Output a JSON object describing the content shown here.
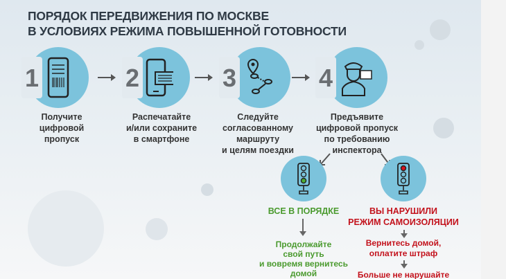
{
  "title": [
    "ПОРЯДОК ПЕРЕДВИЖЕНИЯ ПО МОСКВЕ",
    "В УСЛОВИЯХ РЕЖИМА ПОВЫШЕННОЙ ГОТОВНОСТИ"
  ],
  "steps": [
    {
      "num": "1",
      "icon": "smartphone-qr-icon",
      "lines": [
        "Получите",
        "цифровой",
        "пропуск"
      ]
    },
    {
      "num": "2",
      "icon": "phone-and-pass-icon",
      "lines": [
        "Распечатайте",
        "и/или сохраните",
        "в смартфоне"
      ]
    },
    {
      "num": "3",
      "icon": "route-map-pin-icon",
      "lines": [
        "Следуйте",
        "согласованному",
        "маршруту",
        "и целям поездки"
      ]
    },
    {
      "num": "4",
      "icon": "inspector-icon",
      "lines": [
        "Предъявите",
        "цифровой пропуск",
        "по требованию",
        "инспектора"
      ]
    }
  ],
  "outcomes": {
    "ok": {
      "title": [
        "ВСЕ В ПОРЯДКЕ"
      ],
      "action": [
        "Продолжайте",
        "свой путь",
        "и вовремя вернитесь",
        "домой"
      ],
      "color": "#4a9a2e"
    },
    "violation": {
      "title": [
        "ВЫ НАРУШИЛИ",
        "РЕЖИМ САМОИЗОЛЯЦИИ"
      ],
      "action": [
        "Вернитесь домой,",
        "оплатите штраф"
      ],
      "final": "Больше не нарушайте",
      "color": "#c3121c"
    }
  }
}
